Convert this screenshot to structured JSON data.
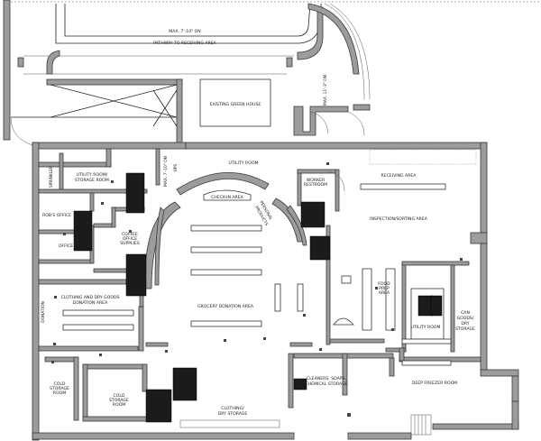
{
  "labels": {
    "max_top": "MAX. 7'-10\" ON",
    "pathway": "PATHWAY TO RECEIVING AREA",
    "max_right": "MAX. 11'-3\" ON",
    "greenhouse": "EXISTING GREEN HOUSE",
    "utility_room_top": "UTILITY ROOM",
    "utility_storage_1": "UTILITY ROOM/",
    "utility_storage_2": "STORAGE ROOM",
    "sprinkler": "SPRINKLER",
    "max_mid": "MAX. 7'-10\" ON",
    "ups": "UPS",
    "check_in": "CHECK-IN AREA",
    "worker_1": "WORKER",
    "worker_2": "RESTROOM",
    "receiving": "RECEIVING AREA",
    "inspection": "INSPECTION/SORTING AREA",
    "robs_office": "ROB'S OFFICE",
    "office": "OFFICE",
    "coffee_1": "COFFEE",
    "coffee_2": "OFFICE",
    "coffee_3": "SUPPLIES",
    "personal_1": "PERSONAL",
    "personal_2": "PRODUCTS",
    "clothing_donation_1": "CLOTHING AND DRY GOODS",
    "clothing_donation_2": "DONATION AREA",
    "donation_vertical": "DONATION",
    "grocery": "GROCERY DONATION AREA",
    "food_prep_1": "FOOD",
    "food_prep_2": "PREP",
    "food_prep_3": "AREA",
    "utility_room_right": "UTILITY ROOM",
    "can_goods_1": "CAN",
    "can_goods_2": "GOODS/",
    "can_goods_3": "DRY",
    "can_goods_4": "STORAGE",
    "cold_left_1": "COLD",
    "cold_left_2": "STORAGE",
    "cold_left_3": "ROOM",
    "cold_center_1": "COLD",
    "cold_center_2": "STORAGE",
    "cold_center_3": "ROOM",
    "cleaners_1": "CLEANERS, SOAPS,",
    "cleaners_2": "CHEMICAL STORAGE",
    "deep_freezer": "DEEP FREEZER ROOM",
    "clothing_dry_1": "CLOTHING/",
    "clothing_dry_2": "DRY STORAGE"
  }
}
